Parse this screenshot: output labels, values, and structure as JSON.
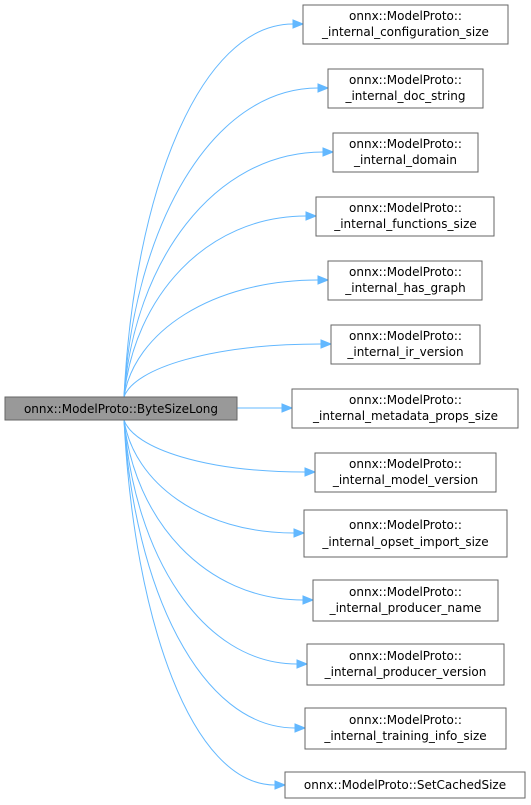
{
  "root": {
    "label": "onnx::ModelProto::ByteSizeLong"
  },
  "callees": [
    {
      "line1": "onnx::ModelProto::",
      "line2": "_internal_configuration_size"
    },
    {
      "line1": "onnx::ModelProto::",
      "line2": "_internal_doc_string"
    },
    {
      "line1": "onnx::ModelProto::",
      "line2": "_internal_domain"
    },
    {
      "line1": "onnx::ModelProto::",
      "line2": "_internal_functions_size"
    },
    {
      "line1": "onnx::ModelProto::",
      "line2": "_internal_has_graph"
    },
    {
      "line1": "onnx::ModelProto::",
      "line2": "_internal_ir_version"
    },
    {
      "line1": "onnx::ModelProto::",
      "line2": "_internal_metadata_props_size"
    },
    {
      "line1": "onnx::ModelProto::",
      "line2": "_internal_model_version"
    },
    {
      "line1": "onnx::ModelProto::",
      "line2": "_internal_opset_import_size"
    },
    {
      "line1": "onnx::ModelProto::",
      "line2": "_internal_producer_name"
    },
    {
      "line1": "onnx::ModelProto::",
      "line2": "_internal_producer_version"
    },
    {
      "line1": "onnx::ModelProto::",
      "line2": "_internal_training_info_size"
    },
    {
      "line1": "onnx::ModelProto::SetCachedSize",
      "line2": ""
    }
  ],
  "colors": {
    "edge": "#63b8ff",
    "root_fill": "#999999",
    "node_border": "#666666"
  }
}
